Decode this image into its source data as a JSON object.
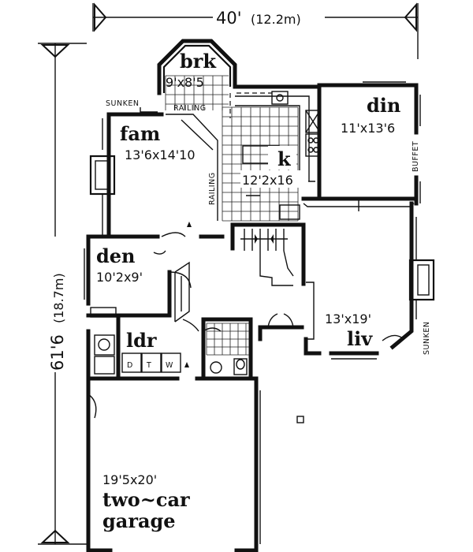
{
  "dimensions": {
    "width_main": "40'",
    "width_metric": "(12.2m)",
    "depth_main": "61'6",
    "depth_metric": "(18.7m)"
  },
  "rooms": {
    "breakfast": {
      "name": "brk",
      "size": "9'x8'5"
    },
    "family": {
      "name": "fam",
      "size": "13'6x14'10"
    },
    "kitchen": {
      "name": "k",
      "size": "12'2x16"
    },
    "dining": {
      "name": "din",
      "size": "11'x13'6"
    },
    "den": {
      "name": "den",
      "size": "10'2x9'"
    },
    "laundry": {
      "name": "ldr"
    },
    "living": {
      "name": "liv",
      "size": "13'x19'"
    },
    "garage": {
      "size": "19'5x20'",
      "name_line1": "two~car",
      "name_line2": "garage"
    }
  },
  "annotations": {
    "sunken_family": "SUNKEN",
    "railing_top": "RAILING",
    "railing_side": "RAILING",
    "buffet": "BUFFET",
    "sunken_living": "SUNKEN"
  },
  "appliances": {
    "dryer": "D",
    "tub": "T",
    "washer": "W"
  }
}
